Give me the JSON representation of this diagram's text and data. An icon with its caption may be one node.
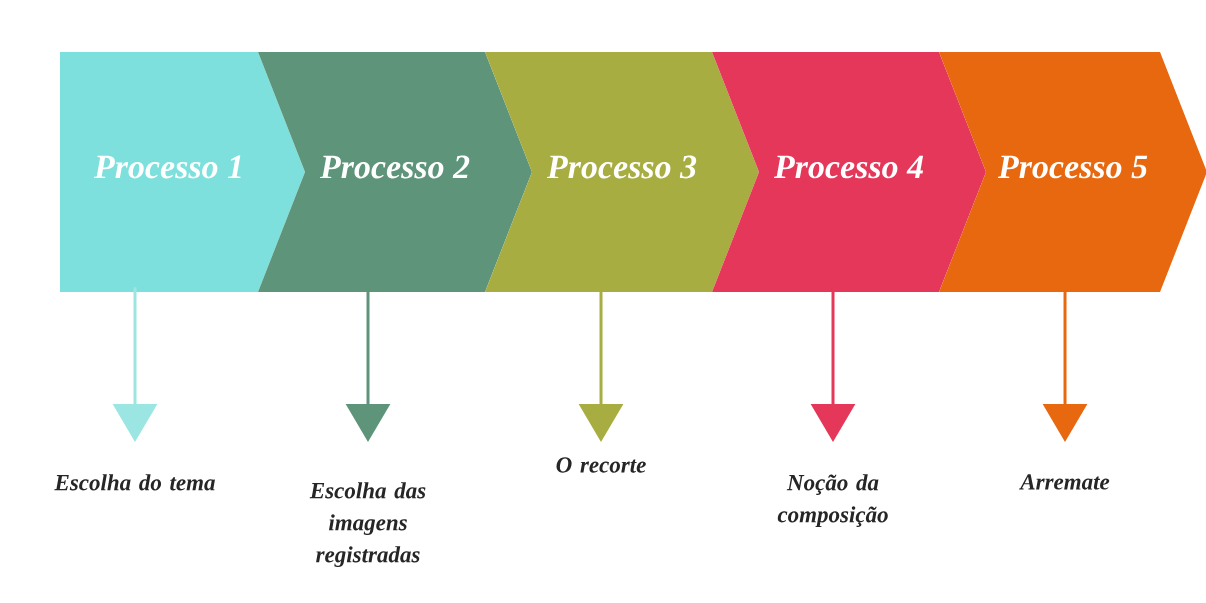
{
  "diagram": {
    "nodes": [
      {
        "text": [
          "Processo 1"
        ]
      },
      {
        "text": [
          "Processo 2"
        ]
      },
      {
        "text": [
          "Processo 3"
        ]
      },
      {
        "text": [
          "Processo 4"
        ]
      },
      {
        "text": [
          "Processo 5"
        ]
      },
      {
        "text": [
          "Escolha do tema"
        ]
      },
      {
        "text": [
          "Escolha das imagens registradas"
        ]
      },
      {
        "text": [
          "O recorte"
        ]
      },
      {
        "text": [
          "Noção da composição"
        ]
      },
      {
        "text": [
          "Arremate"
        ]
      }
    ],
    "edges": [
      {
        "from": 0,
        "to": 5,
        "arrow": "to",
        "color": "#9be6e2"
      },
      {
        "from": 1,
        "to": 6,
        "arrow": "to",
        "color": "#5e957a"
      },
      {
        "from": 2,
        "to": 7,
        "arrow": "to",
        "color": "#a8ad42"
      },
      {
        "from": 3,
        "to": 8,
        "arrow": "to",
        "color": "#e5375a"
      },
      {
        "from": 4,
        "to": 9,
        "arrow": "to",
        "color": "#e8680f"
      }
    ]
  }
}
